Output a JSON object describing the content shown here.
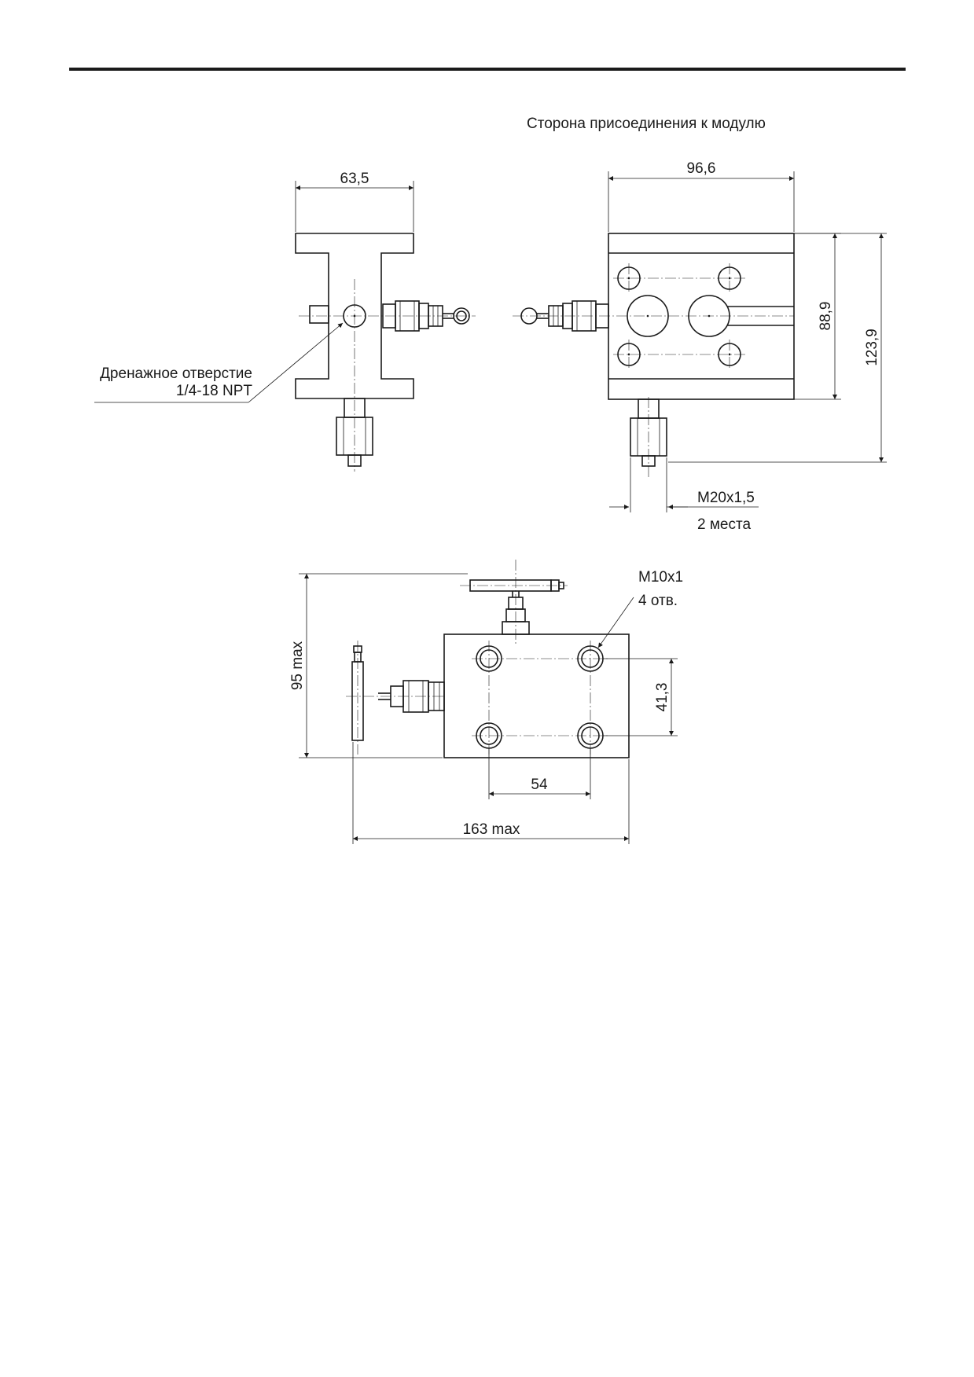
{
  "header": {
    "title": "Сторона присоединения к модулю"
  },
  "dimensions": {
    "side_width": "63,5",
    "front_width": "96,6",
    "front_hole_spacing": "88,9",
    "front_height": "123,9",
    "thread_outlet": "M20x1,5",
    "thread_outlet_qty": "2 места",
    "bolt_thread": "M10x1",
    "bolt_qty": "4 отв.",
    "top_height": "95 max",
    "top_hole_v_spacing": "41,3",
    "top_hole_h_spacing": "54",
    "top_length": "163 max"
  },
  "callouts": {
    "drain_label_line1": "Дренажное отверстие",
    "drain_label_line2": "1/4-18 NPT"
  }
}
